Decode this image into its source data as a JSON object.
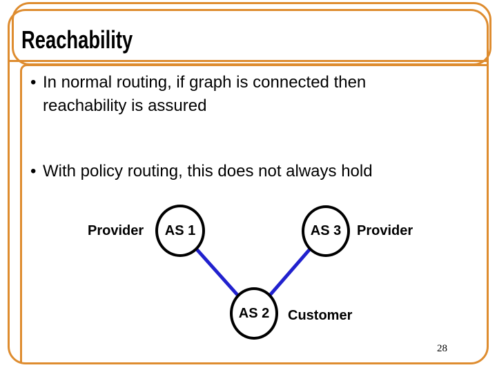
{
  "slide": {
    "title": "Reachability",
    "bullets": [
      {
        "marker": "•",
        "lines": [
          "In normal routing, if graph is connected then",
          "reachability is assured"
        ]
      },
      {
        "marker": "•",
        "lines": [
          "With policy routing, this does not always hold"
        ]
      }
    ],
    "page_number": "28"
  },
  "diagram": {
    "nodes": [
      {
        "label": "AS 1",
        "role": "Provider",
        "role_position": "left"
      },
      {
        "label": "AS 3",
        "role": "Provider",
        "role_position": "right"
      },
      {
        "label": "AS 2",
        "role": "Customer",
        "role_position": "right"
      }
    ],
    "edges": [
      {
        "from": "AS 1",
        "to": "AS 2"
      },
      {
        "from": "AS 3",
        "to": "AS 2"
      }
    ]
  },
  "colors": {
    "frame_orange": "#DE8C2F",
    "edge_blue": "#2121CE",
    "node_black": "#000000"
  }
}
